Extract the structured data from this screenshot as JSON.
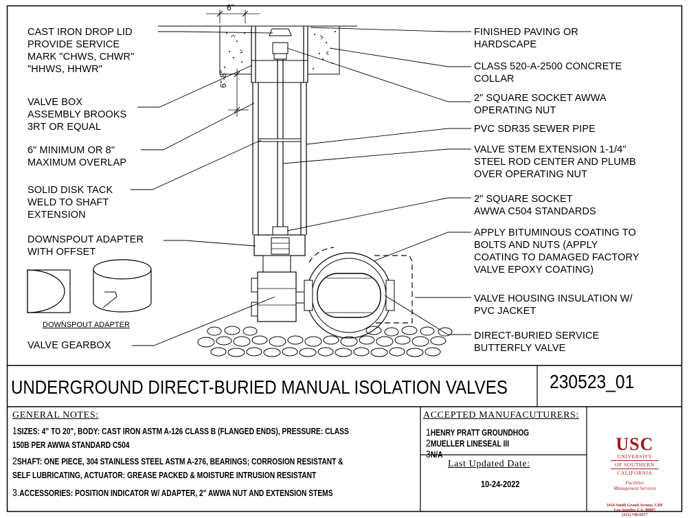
{
  "drawing": {
    "dims": {
      "top": "6\"",
      "side": "6\"-8\""
    },
    "left_labels": [
      {
        "key": "drop_lid",
        "text": "CAST IRON DROP LID\nPROVIDE SERVICE\nMARK \"CHWS, CHWR\"\n\"HHWS, HHWR\""
      },
      {
        "key": "valve_box",
        "text": "VALVE BOX\nASSEMBLY BROOKS\n3RT OR EQUAL"
      },
      {
        "key": "overlap",
        "text": "6\" MINIMUM OR 8\"\nMAXIMUM OVERLAP"
      },
      {
        "key": "solid_disk",
        "text": "SOLID DISK TACK\nWELD TO SHAFT\nEXTENSION"
      },
      {
        "key": "downspout",
        "text": "DOWNSPOUT ADAPTER\nWITH OFFSET"
      },
      {
        "key": "gearbox",
        "text": "VALVE GEARBOX"
      }
    ],
    "right_labels": [
      {
        "key": "paving",
        "text": "FINISHED PAVING OR\nHARDSCAPE"
      },
      {
        "key": "collar",
        "text": "CLASS 520-A-2500 CONCRETE\nCOLLAR"
      },
      {
        "key": "nut",
        "text": "2\" SQUARE SOCKET AWWA\nOPERATING NUT"
      },
      {
        "key": "pvc",
        "text": "PVC SDR35 SEWER PIPE"
      },
      {
        "key": "stem",
        "text": "VALVE STEM EXTENSION 1-1/4\"\nSTEEL ROD CENTER AND PLUMB\nOVER OPERATING NUT"
      },
      {
        "key": "socket",
        "text": "2\" SQUARE SOCKET\nAWWA C504 STANDARDS"
      },
      {
        "key": "coating",
        "text": "APPLY BITUMINOUS COATING TO\nBOLTS AND NUTS (APPLY\nCOATING TO DAMAGED FACTORY\nVALVE EPOXY COATING)"
      },
      {
        "key": "insulation",
        "text": "VALVE HOUSING INSULATION W/\nPVC JACKET"
      },
      {
        "key": "butterfly",
        "text": "DIRECT-BURIED SERVICE\nBUTTERFLY VALVE"
      }
    ],
    "downspout_caption": "DOWNSPOUT ADAPTER"
  },
  "title_block": {
    "title": "UNDERGROUND DIRECT-BURIED MANUAL ISOLATION VALVES",
    "sheet_number": "230523_01",
    "general_notes_header": "GENERAL NOTES:",
    "notes": [
      {
        "n": "1",
        "lines": [
          "SIZES: 4\" TO 20\", BODY: CAST IRON ASTM A-126 CLASS B (FLANGED ENDS), PRESSURE: CLASS",
          "150B PER AWWA STANDARD C504"
        ]
      },
      {
        "n": "2",
        "lines": [
          "SHAFT: ONE PIECE, 304 STAINLESS STEEL ASTM A-276, BEARINGS; CORROSION RESISTANT &",
          "SELF LUBRICATING, ACTUATOR: GREASE PACKED & MOISTURE INTRUSION RESISTANT"
        ]
      },
      {
        "n": "3.",
        "lines": [
          "ACCESSORIES: POSITION INDICATOR W/ ADAPTER, 2\" AWWA NUT AND EXTENSION STEMS"
        ]
      }
    ],
    "manufacturers_header": "ACCEPTED MANUFACUTURERS:",
    "manufacturers": [
      {
        "n": "1",
        "name": "HENRY PRATT GROUNDHOG"
      },
      {
        "n": "2",
        "name": "MUELLER LINESEAL III"
      },
      {
        "n": "3",
        "name": "N/A"
      }
    ],
    "updated_header": "Last Updated Date:",
    "updated_date": "10-24-2022",
    "logo": {
      "mark": "USC",
      "line1": "UNIVERSITY",
      "line2": "OF SOUTHERN",
      "line3": "CALIFORNIA",
      "dept1": "Facilities",
      "dept2": "Management Services",
      "addr1": "3434 South Grand Avenue, CDF",
      "addr2": "Los Angeles, CA. 90007",
      "addr3": "(213) 740-6977"
    },
    "logo_color": "#9b1b1b"
  }
}
